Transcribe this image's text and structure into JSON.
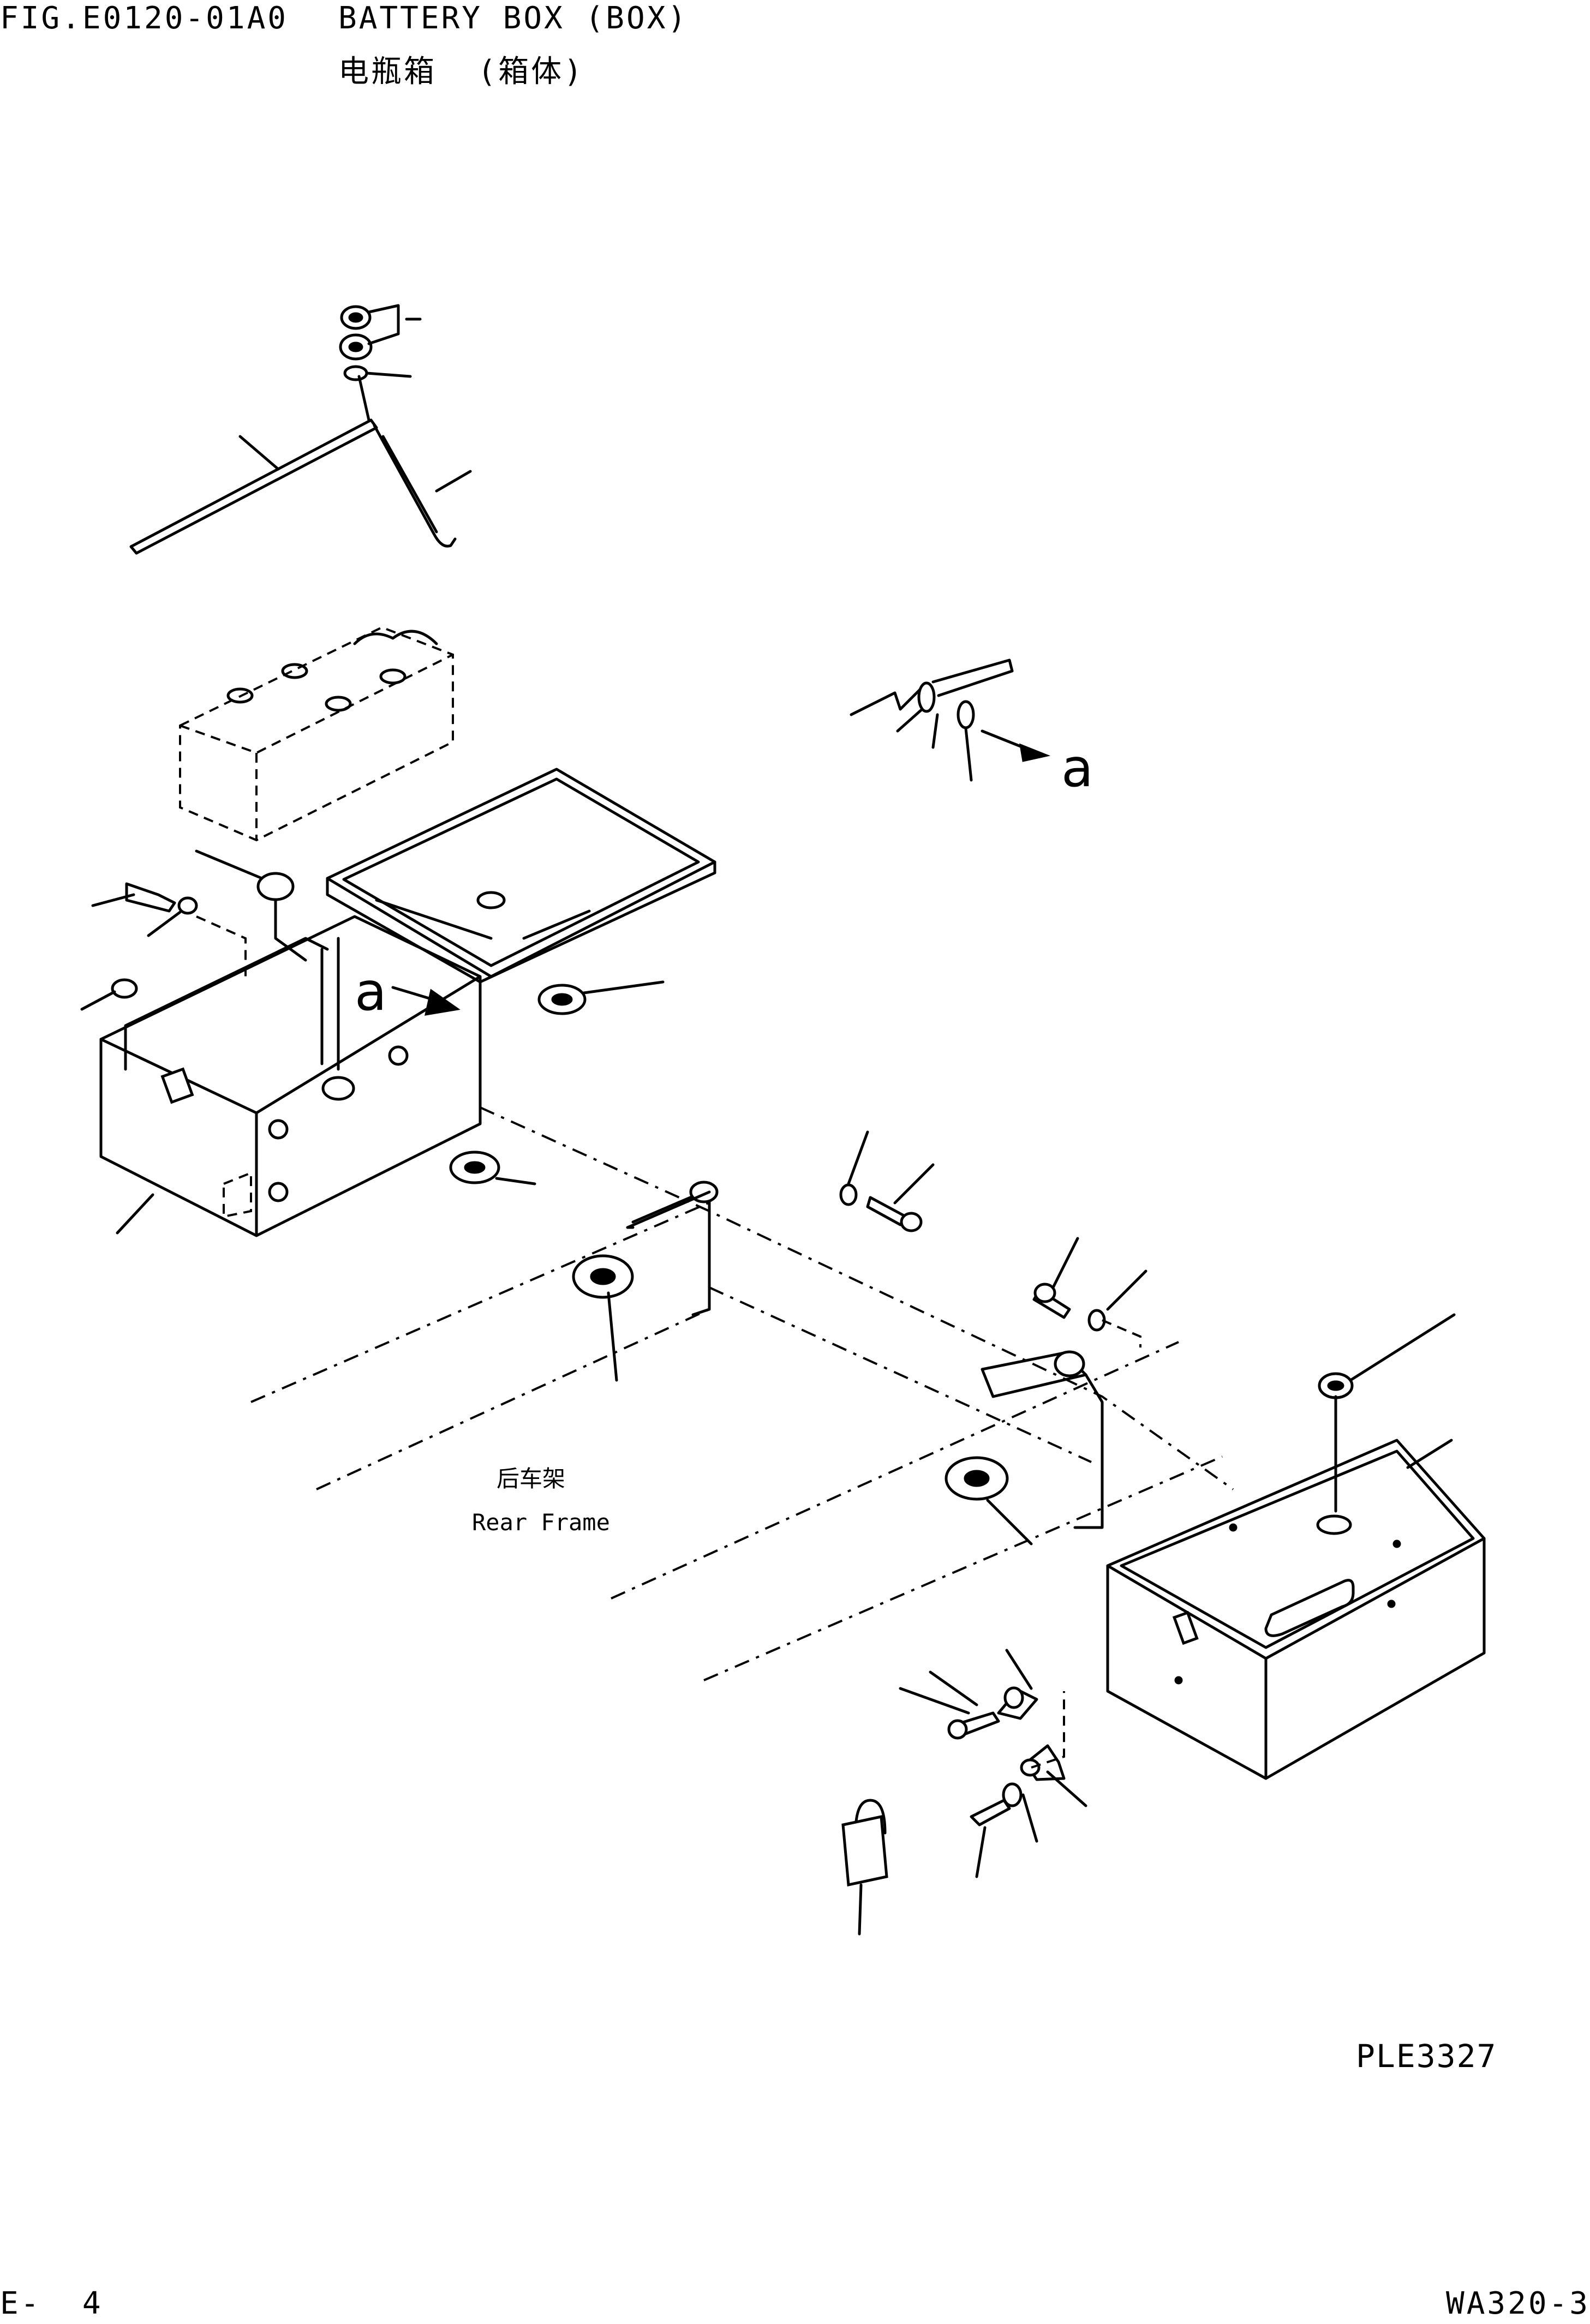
{
  "header": {
    "fig_code": "FIG.E0120-01A0",
    "title_en": "BATTERY BOX (BOX)",
    "title_cn": "电瓶箱  (箱体)"
  },
  "labels": {
    "marker_a": "a",
    "rear_frame_cn": "后车架",
    "rear_frame_en": "Rear Frame",
    "plate_code": "PLE3327"
  },
  "footer": {
    "page": "E-  4",
    "model": "WA320-3"
  },
  "icons": [
    "bolt-icon",
    "nut-icon",
    "washer-icon",
    "padlock-icon",
    "cushion-icon",
    "arrow-icon"
  ]
}
